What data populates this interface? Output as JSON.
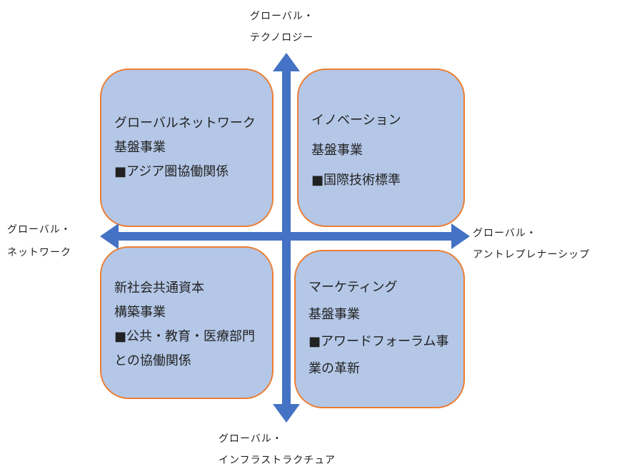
{
  "axes": {
    "top": [
      "グローバル・",
      "テクノロジー"
    ],
    "bottom": [
      "グローバル・",
      "インフラストラクチュア"
    ],
    "left": [
      "グローバル・",
      "ネットワーク"
    ],
    "right": [
      "グローバル・",
      "アントレプレナーシップ"
    ]
  },
  "quadrants": {
    "top_left": [
      "グローバルネットワーク",
      "基盤事業",
      "■アジア圏協働関係"
    ],
    "top_right": [
      "イノベーション",
      "基盤事業",
      "■国際技術標準"
    ],
    "bottom_left": [
      "新社会共通資本",
      "構築事業",
      "■公共・教育・医療部門との協働関係"
    ],
    "bottom_right": [
      "マーケティング",
      "基盤事業",
      "■アワードフォーラム事業の革新"
    ]
  },
  "colors": {
    "box_fill": "#b4c7e7",
    "box_border": "#ed7d31",
    "arrow": "#4472c4"
  }
}
